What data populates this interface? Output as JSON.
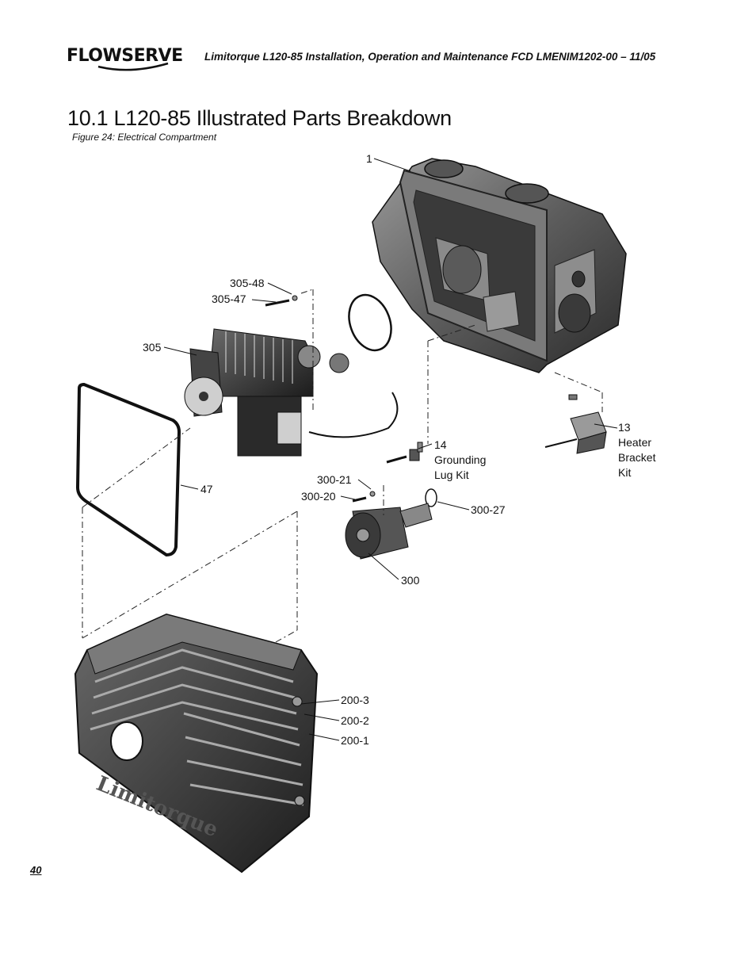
{
  "header": {
    "brand": "FLOWSERVE",
    "doc_line": "Limitorque L120-85 Installation, Operation and Maintenance    FCD LMENIM1202-00 – 11/05"
  },
  "title": "10.1  L120-85 Illustrated Parts Breakdown",
  "caption": "Figure 24: Electrical Compartment",
  "labels": {
    "p1": "1",
    "p305_48": "305-48",
    "p305_47": "305-47",
    "p305": "305",
    "p47": "47",
    "p14_num": "14",
    "p14_line1": "Grounding",
    "p14_line2": "Lug  Kit",
    "p13_num": "13",
    "p13_line1": "Heater",
    "p13_line2": "Bracket",
    "p13_line3": "Kit",
    "p300_21": "300-21",
    "p300_20": "300-20",
    "p300_27": "300-27",
    "p300": "300",
    "p200_3": "200-3",
    "p200_2": "200-2",
    "p200_1": "200-1"
  },
  "cover_emboss": "Limitorque",
  "page_number": "40"
}
